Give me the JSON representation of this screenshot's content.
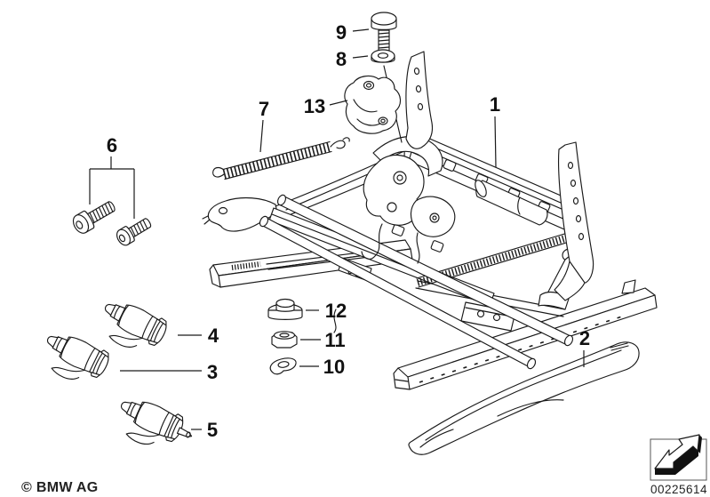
{
  "diagram": {
    "callouts": [
      {
        "label": "1"
      },
      {
        "label": "2"
      },
      {
        "label": "3"
      },
      {
        "label": "4"
      },
      {
        "label": "5"
      },
      {
        "label": "6"
      },
      {
        "label": "7"
      },
      {
        "label": "8"
      },
      {
        "label": "9"
      },
      {
        "label": "10"
      },
      {
        "label": "11"
      },
      {
        "label": "12"
      },
      {
        "label": "13"
      }
    ],
    "footer": {
      "copyright": "© BMW AG",
      "image_number": "00225614",
      "stamp_icon": "arrow-down-left-3d"
    },
    "colors": {
      "line": "#1a1a1a",
      "background": "#ffffff"
    }
  }
}
